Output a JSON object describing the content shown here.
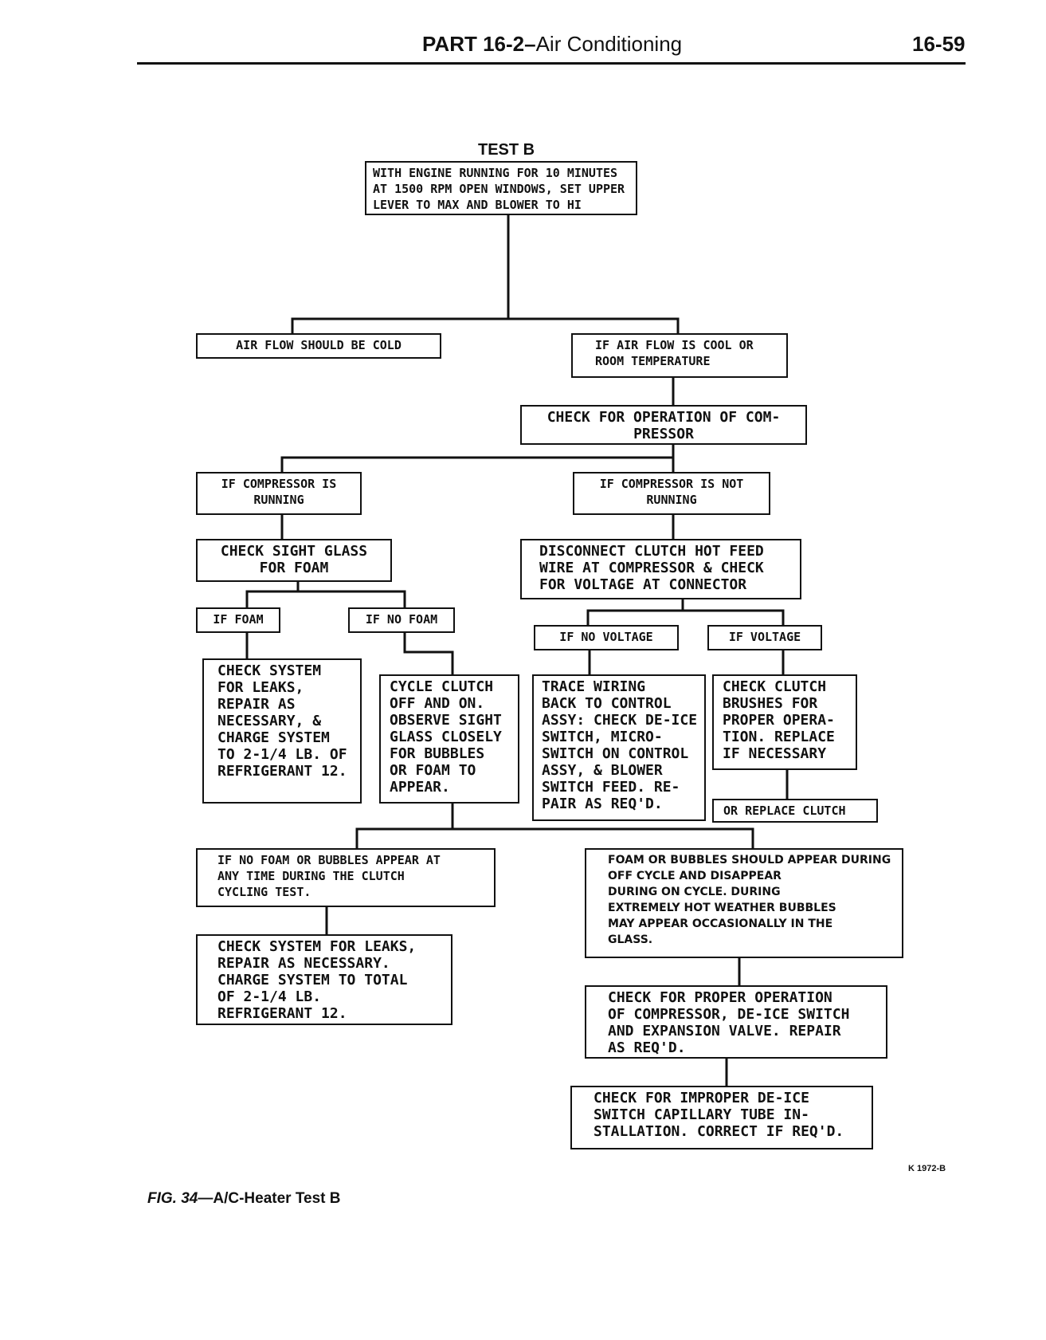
{
  "header": {
    "part": "PART 16-2",
    "dash": "–",
    "section": "Air Conditioning",
    "page_number": "16-59"
  },
  "test_label": "TEST B",
  "nodes": {
    "start": "WITH ENGINE RUNNING FOR 10 MINUTES\nAT 1500 RPM OPEN WINDOWS, SET UPPER\nLEVER TO MAX AND BLOWER TO HI",
    "cold": "AIR FLOW SHOULD BE COLD",
    "cool": "IF AIR FLOW IS COOL OR\nROOM TEMPERATURE",
    "check_compressor": "CHECK FOR OPERATION OF COM-\nPRESSOR",
    "comp_running": "IF COMPRESSOR IS\nRUNNING",
    "comp_not_running": "IF COMPRESSOR IS NOT\nRUNNING",
    "sight_glass": "CHECK SIGHT GLASS\nFOR FOAM",
    "disconnect": "DISCONNECT CLUTCH HOT FEED\nWIRE AT COMPRESSOR & CHECK\nFOR VOLTAGE AT CONNECTOR",
    "if_foam": "IF FOAM",
    "if_no_foam": "IF NO FOAM",
    "if_no_voltage": "IF NO VOLTAGE",
    "if_voltage": "IF VOLTAGE",
    "check_leaks_1": "CHECK SYSTEM\nFOR LEAKS,\nREPAIR AS\nNECESSARY, &\nCHARGE SYSTEM\nTO 2-1/4 LB. OF\nREFRIGERANT 12.",
    "cycle_clutch": "CYCLE CLUTCH\nOFF AND ON.\nOBSERVE SIGHT\nGLASS CLOSELY\nFOR BUBBLES\nOR FOAM TO\nAPPEAR.",
    "trace_wiring": "TRACE WIRING\nBACK TO CONTROL\nASSY: CHECK DE-ICE\nSWITCH, MICRO-\nSWITCH ON CONTROL\nASSY, & BLOWER\nSWITCH FEED. RE-\nPAIR AS REQ'D.",
    "check_brushes": "CHECK CLUTCH\nBRUSHES FOR\nPROPER OPERA-\nTION. REPLACE\nIF NECESSARY",
    "replace_clutch": "OR REPLACE CLUTCH",
    "no_foam_any_time": "IF NO FOAM OR BUBBLES APPEAR AT\nANY TIME DURING THE CLUTCH\nCYCLING TEST.",
    "foam_should_appear": "FOAM OR BUBBLES SHOULD APPEAR DURING\nOFF CYCLE AND DISAPPEAR\nDURING ON CYCLE. DURING\nEXTREMELY HOT WEATHER BUBBLES\nMAY APPEAR OCCASIONALLY IN THE\nGLASS.",
    "check_leaks_2": "CHECK SYSTEM FOR LEAKS,\nREPAIR AS NECESSARY.\nCHARGE SYSTEM TO TOTAL\nOF 2-1/4 LB.\nREFRIGERANT 12.",
    "check_proper_operation": "CHECK FOR PROPER OPERATION\nOF COMPRESSOR, DE-ICE SWITCH\nAND EXPANSION VALVE. REPAIR\nAS REQ'D.",
    "check_deice_install": "CHECK FOR IMPROPER DE-ICE\nSWITCH CAPILLARY TUBE IN-\nSTALLATION. CORRECT IF REQ'D."
  },
  "figure_code": "K 1972-B",
  "caption": {
    "fig": "FIG. 34",
    "dash": "—",
    "text": "A/C-Heater Test B"
  }
}
